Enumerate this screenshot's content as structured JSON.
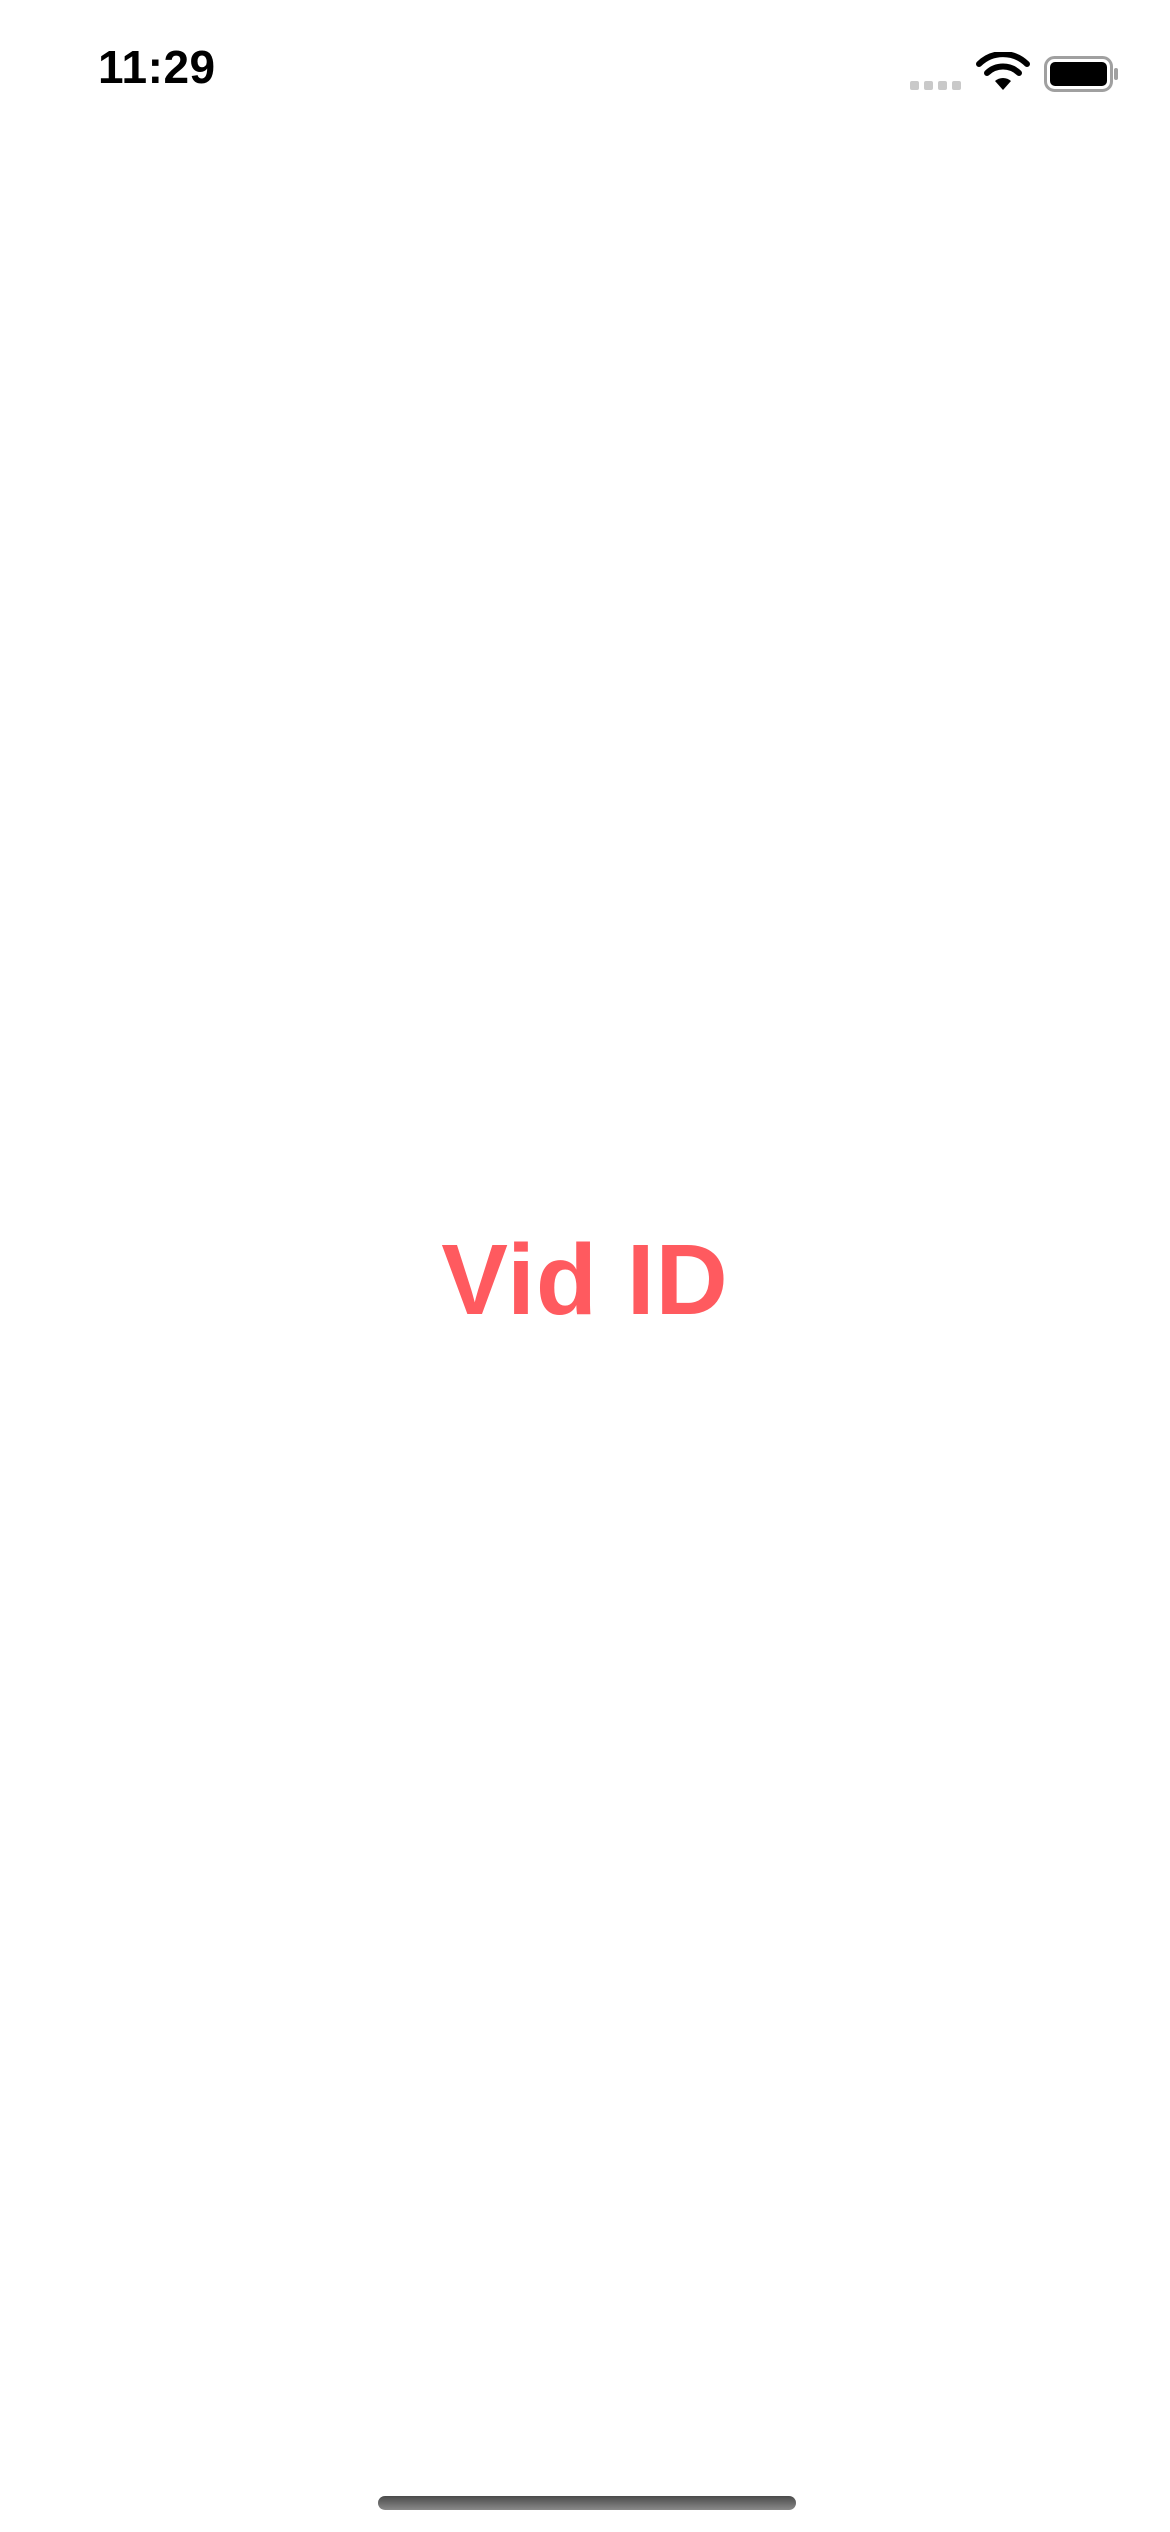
{
  "status_bar": {
    "time": "11:29",
    "icons": [
      "cellular-signal-icon",
      "wifi-icon",
      "battery-icon"
    ]
  },
  "splash": {
    "title": "Vid ID",
    "title_color": "#ff5a5f"
  },
  "home_indicator": {
    "icon": "home-indicator-bar"
  }
}
